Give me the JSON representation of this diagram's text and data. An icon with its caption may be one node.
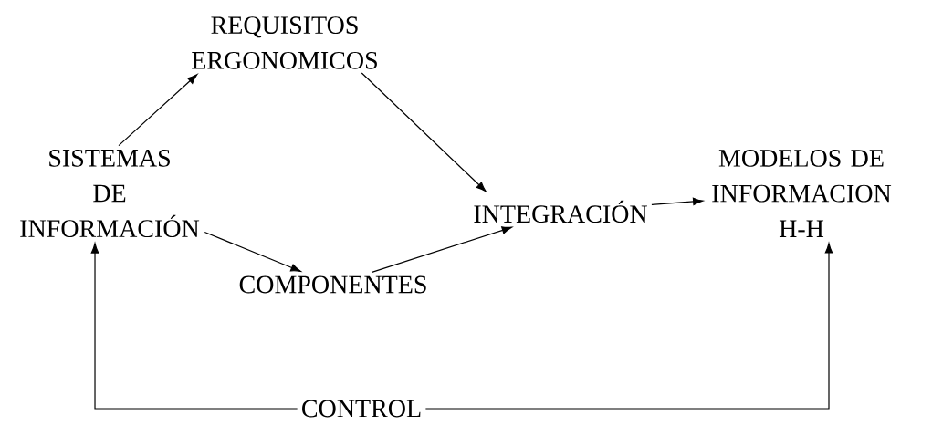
{
  "diagram": {
    "nodes": [
      {
        "text": [
          "SISTEMAS DE INFORMACIÓN"
        ]
      },
      {
        "text": [
          "REQUISITOS ERGONOMICOS"
        ]
      },
      {
        "text": [
          "COMPONENTES"
        ]
      },
      {
        "text": [
          "INTEGRACIÓN"
        ]
      },
      {
        "text": [
          "MODELOS DE INFORMACION H-H"
        ]
      },
      {
        "text": [
          "CONTROL"
        ]
      }
    ],
    "edges": [
      {
        "from": 0,
        "to": 1,
        "arrow": "to"
      },
      {
        "from": 1,
        "to": 3,
        "arrow": "to"
      },
      {
        "from": 0,
        "to": 2,
        "arrow": "to"
      },
      {
        "from": 2,
        "to": 3,
        "arrow": "to"
      },
      {
        "from": 3,
        "to": 4,
        "arrow": "to"
      },
      {
        "from": 5,
        "to": 0,
        "arrow": "to"
      },
      {
        "from": 5,
        "to": 4,
        "arrow": "to"
      }
    ]
  }
}
